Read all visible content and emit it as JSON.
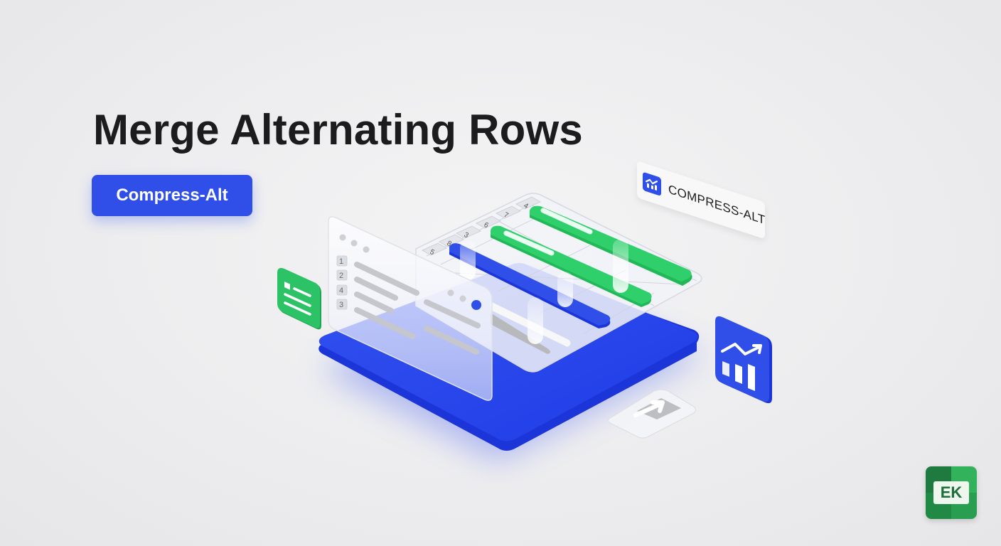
{
  "header": {
    "title": "Merge Alternating Rows",
    "badge_label": "Compress-Alt"
  },
  "illustration": {
    "tag_card": {
      "icon": "chart-trend-icon",
      "label": "COMPRESS-ALT"
    },
    "panel_row_numbers": [
      "1",
      "2",
      "4",
      "3"
    ],
    "sheet_column_headers": [
      "5",
      "8",
      "3",
      "6",
      "7",
      "4"
    ],
    "icons": {
      "document": "document-list-icon",
      "chart": "bar-chart-trend-icon",
      "export": "arrow-up-right-icon"
    }
  },
  "logo": {
    "text": "EK"
  },
  "colors": {
    "accent_blue": "#2f4fe8",
    "accent_green": "#2fc86a",
    "background": "#ececee",
    "title_text": "#1c1c1e"
  }
}
